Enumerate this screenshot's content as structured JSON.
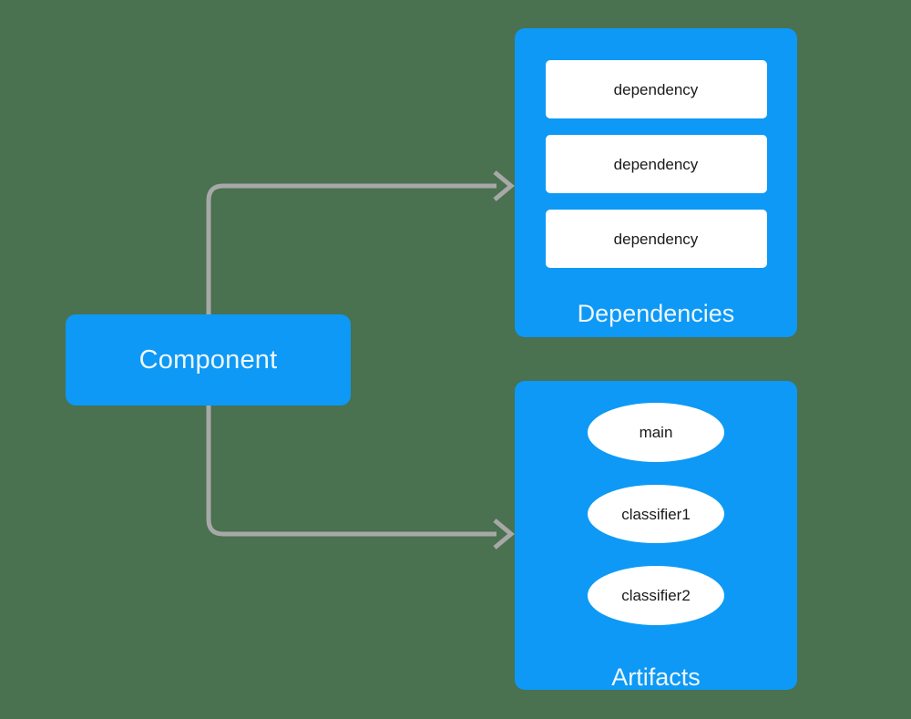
{
  "diagram": {
    "background_color": "#4a7150",
    "node_color": "#0d99f5",
    "box_color": "#ffffff",
    "connector_color": "#a8a8a8",
    "node_text_color": "#eef6fd",
    "box_text_color": "#1a1a1a"
  },
  "component": {
    "label": "Component"
  },
  "groups": [
    {
      "id": "dependencies",
      "title": "Dependencies",
      "shape": "rounded-rect",
      "items": [
        {
          "label": "dependency"
        },
        {
          "label": "dependency"
        },
        {
          "label": "dependency"
        }
      ]
    },
    {
      "id": "artifacts",
      "title": "Artifacts",
      "shape": "ellipse",
      "items": [
        {
          "label": "main"
        },
        {
          "label": "classifier1"
        },
        {
          "label": "classifier2"
        }
      ]
    }
  ],
  "connectors": [
    {
      "id": "component-to-dependencies",
      "from": "component",
      "to": "dependencies",
      "style": "elbow",
      "arrow": "open-chevron"
    },
    {
      "id": "component-to-artifacts",
      "from": "component",
      "to": "artifacts",
      "style": "elbow",
      "arrow": "open-chevron"
    }
  ]
}
